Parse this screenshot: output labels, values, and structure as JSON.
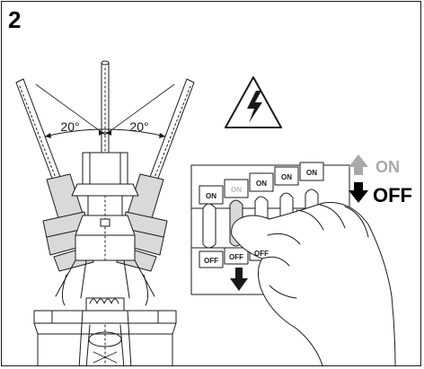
{
  "figure": {
    "step_number": "2",
    "angle_left_label": "20°",
    "angle_right_label": "20°",
    "legend_on_label": "ON",
    "legend_off_label": "OFF",
    "breaker_labels": [
      "ON",
      "ON",
      "ON",
      "ON",
      "ON"
    ],
    "breaker_off_labels": [
      "OFF",
      "OFF",
      "OFF"
    ],
    "colors": {
      "line": "#1a1a1a",
      "gray_fill": "#d9d9d9",
      "on_inactive": "#a9a9a9",
      "off_active": "#000000",
      "background": "#ffffff"
    },
    "icons": {
      "warning": "high-voltage-warning-icon",
      "arrow_up": "arrow-up-icon",
      "arrow_down": "arrow-down-icon"
    }
  }
}
